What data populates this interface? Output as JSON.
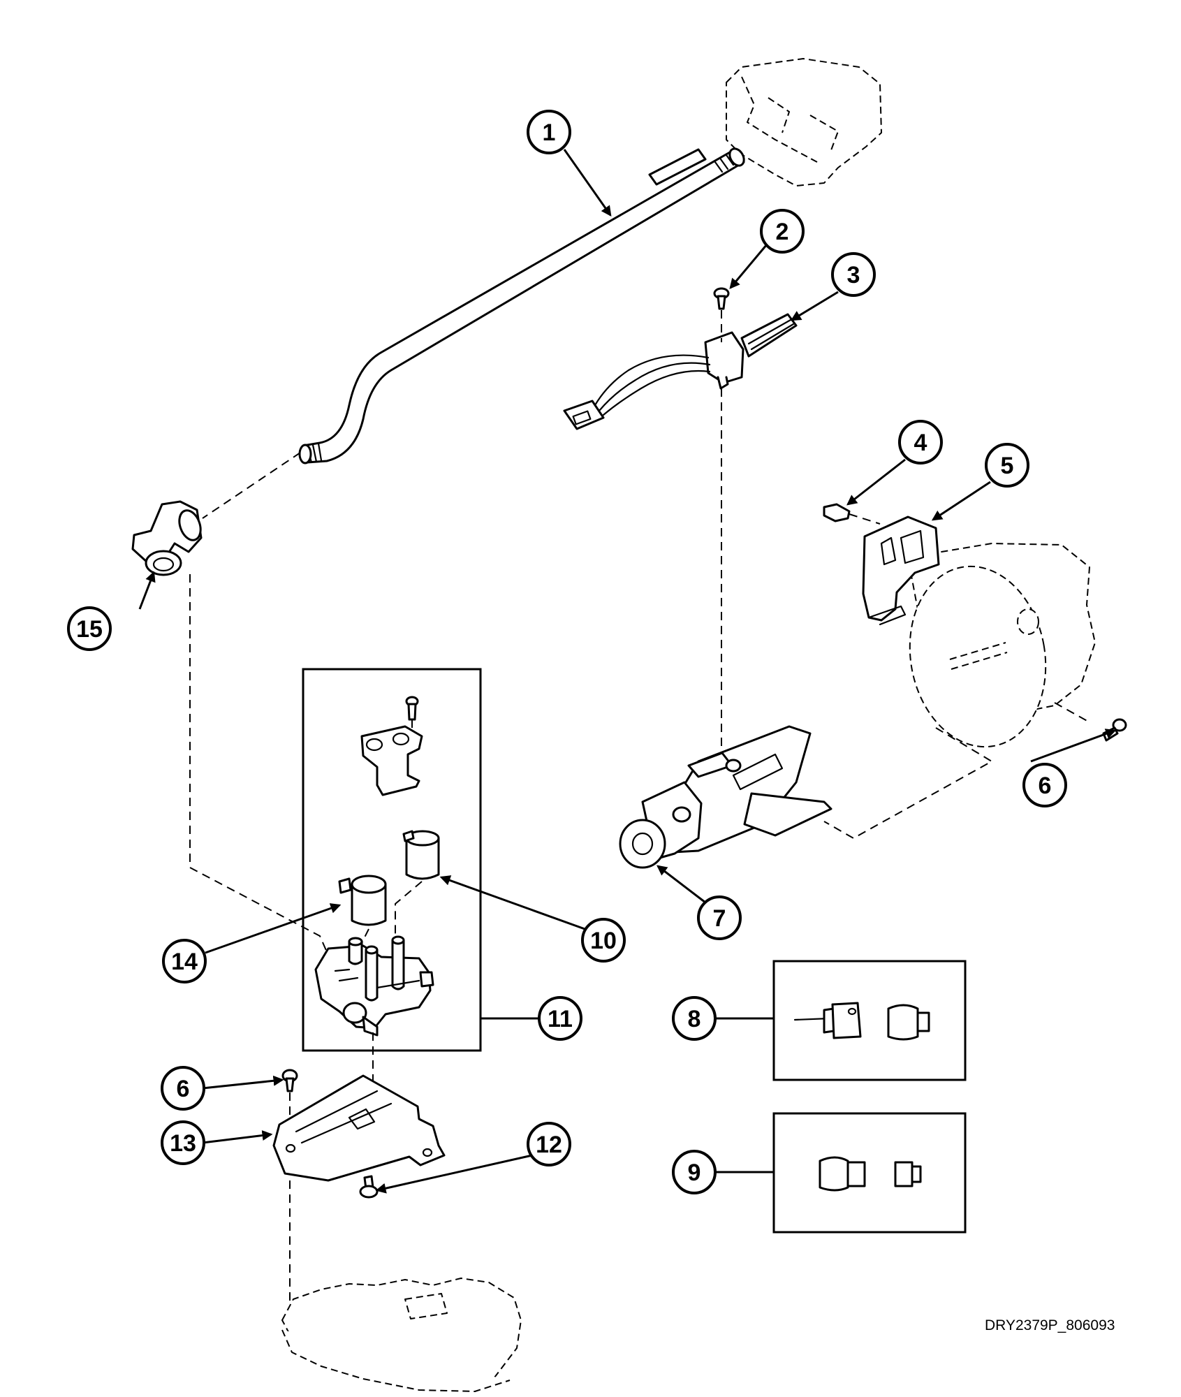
{
  "callouts": {
    "c1": "1",
    "c2": "2",
    "c3": "3",
    "c4": "4",
    "c5": "5",
    "c6a": "6",
    "c6b": "6",
    "c7": "7",
    "c8": "8",
    "c9": "9",
    "c10": "10",
    "c11": "11",
    "c12": "12",
    "c13": "13",
    "c14": "14",
    "c15": "15"
  },
  "drawing_id": "DRY2379P_806093"
}
